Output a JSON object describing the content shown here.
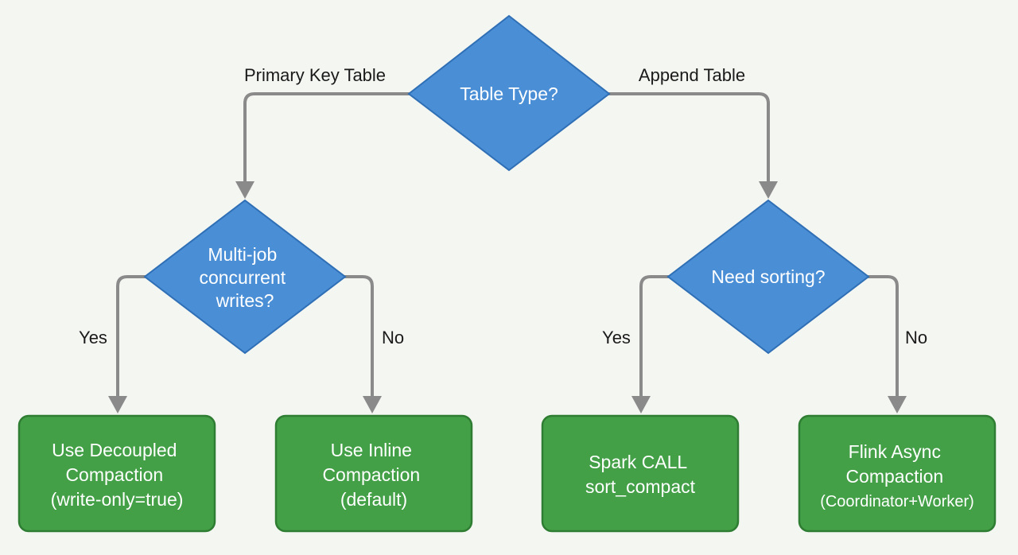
{
  "decisions": {
    "table_type": {
      "lines": [
        "Table Type?"
      ]
    },
    "concurrent": {
      "lines": [
        "Multi-job",
        "concurrent",
        "writes?"
      ]
    },
    "sorting": {
      "lines": [
        "Need sorting?"
      ]
    }
  },
  "edge_labels": {
    "primary_key": "Primary Key Table",
    "append": "Append Table",
    "concurrent_yes": "Yes",
    "concurrent_no": "No",
    "sorting_yes": "Yes",
    "sorting_no": "No"
  },
  "outcomes": {
    "decoupled": {
      "lines": [
        "Use Decoupled",
        "Compaction",
        "(write-only=true)"
      ]
    },
    "inline": {
      "lines": [
        "Use Inline",
        "Compaction",
        "(default)"
      ]
    },
    "spark": {
      "lines": [
        "Spark CALL",
        "sort_compact"
      ]
    },
    "flink": {
      "lines": [
        "Flink Async",
        "Compaction",
        "(Coordinator+Worker)"
      ]
    }
  },
  "colors": {
    "decision_fill": "#4a8ed6",
    "outcome_fill": "#43a047",
    "connector": "#8a8a8a",
    "background": "#f4f6f2"
  }
}
